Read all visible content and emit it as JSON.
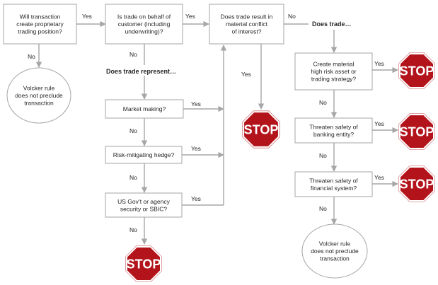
{
  "nodes": {
    "q_proprietary": [
      "Will transaction",
      "create proprietary",
      "trading position?"
    ],
    "q_behalf": [
      "Is trade on behalf of",
      "customer (including",
      "underwriting)?"
    ],
    "q_conflict": [
      "Does trade result in",
      "material conflict",
      "of interest?"
    ],
    "outcome_left": [
      "Volcker rule",
      "does not preclude",
      "transaction"
    ],
    "hdr_represent": "Does trade represent…",
    "q_market": [
      "Market making?"
    ],
    "q_hedge": [
      "Risk-mitigating hedge?"
    ],
    "q_govt": [
      "US Gov’t or agency",
      "security or SBIC?"
    ],
    "hdr_does": "Does trade…",
    "q_highrisk": [
      "Create material",
      "high risk asset or",
      "trading strategy?"
    ],
    "q_banking": [
      "Threaten safety of",
      "banking entity?"
    ],
    "q_financial": [
      "Threaten safety of",
      "financial system?"
    ],
    "outcome_right": [
      "Volcker rule",
      "does not preclude",
      "transaction"
    ]
  },
  "labels": {
    "yes": "Yes",
    "no": "No"
  },
  "stop_text": "STOP",
  "colors": {
    "stop": "#b3141b",
    "border": "#a6a6a6",
    "arrow": "#a6a6a6",
    "text": "#262626"
  }
}
